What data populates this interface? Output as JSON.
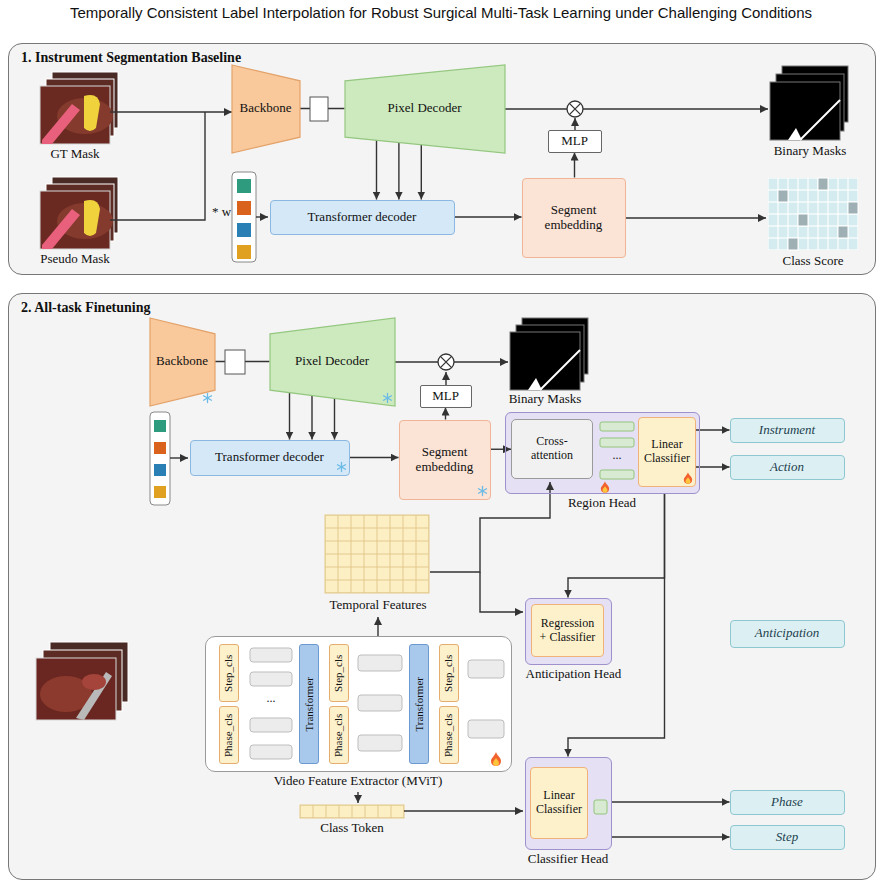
{
  "diagram": {
    "title": "Temporally Consistent Label Interpolation for Robust Surgical Multi-Task Learning under Challenging Conditions",
    "nodes": [
      {
        "text": [
          "1. Instrument Segmentation Baseline"
        ]
      },
      {
        "text": [
          "Backbone"
        ],
        "in": 0
      },
      {
        "text": [
          "Pixel Decoder"
        ],
        "in": 0
      },
      {
        "text": [
          "Transformer decoder"
        ],
        "in": 0
      },
      {
        "text": [
          "Segment embedding"
        ],
        "in": 0
      },
      {
        "text": [
          "MLP"
        ],
        "in": 0
      },
      {
        "text": [
          "2. All-task Finetuning"
        ]
      },
      {
        "text": [
          "Backbone"
        ],
        "in": 6
      },
      {
        "text": [
          "Pixel Decoder"
        ],
        "in": 6
      },
      {
        "text": [
          "MLP"
        ],
        "in": 6
      },
      {
        "text": [
          "Transformer decoder"
        ],
        "in": 6
      },
      {
        "text": [
          "Segment embedding"
        ],
        "in": 6
      },
      {
        "text": [
          "Region Head"
        ],
        "in": 6
      },
      {
        "text": [
          "Cross-attention"
        ],
        "in": 12
      },
      {
        "text": [
          "Linear Classifier"
        ],
        "in": 12
      },
      {
        "text": [
          "Instrument"
        ],
        "in": 6
      },
      {
        "text": [
          "Action"
        ],
        "in": 6
      },
      {
        "text": [
          "Anticipation"
        ],
        "in": 6
      },
      {
        "text": [
          "Anticipation Head"
        ],
        "in": 6
      },
      {
        "text": [
          "Regression + Classifier"
        ],
        "in": 18
      },
      {
        "text": [
          "Video Feature Extractor (MViT)"
        ],
        "in": 6
      },
      {
        "text": [
          "Step_cls"
        ],
        "in": 20
      },
      {
        "text": [
          "Phase_cls"
        ],
        "in": 20
      },
      {
        "text": [
          "Transformer"
        ],
        "in": 20
      },
      {
        "text": [
          "Step_cls"
        ],
        "in": 20
      },
      {
        "text": [
          "Phase_cls"
        ],
        "in": 20
      },
      {
        "text": [
          "Transformer"
        ],
        "in": 20
      },
      {
        "text": [
          "Step_cls"
        ],
        "in": 20
      },
      {
        "text": [
          "Phase_cls"
        ],
        "in": 20
      },
      {
        "text": [
          "Classifier Head"
        ],
        "in": 6
      },
      {
        "text": [
          "Linear Classifier"
        ],
        "in": 29
      },
      {
        "text": [
          "Phase"
        ],
        "in": 6
      },
      {
        "text": [
          "Step"
        ],
        "in": 6
      }
    ],
    "edges": [
      {
        "from": 1,
        "to": 2,
        "arrow": "none"
      },
      {
        "from": 2,
        "to": 3,
        "arrow": "to"
      },
      {
        "from": 2,
        "to": 3,
        "arrow": "to"
      },
      {
        "from": 2,
        "to": 3,
        "arrow": "to"
      },
      {
        "from": 3,
        "to": 4,
        "arrow": "to"
      },
      {
        "from": 4,
        "to": 5,
        "arrow": "to"
      },
      {
        "from": 7,
        "to": 8,
        "arrow": "none"
      },
      {
        "from": 8,
        "to": 10,
        "arrow": "to"
      },
      {
        "from": 8,
        "to": 10,
        "arrow": "to"
      },
      {
        "from": 8,
        "to": 10,
        "arrow": "to"
      },
      {
        "from": 10,
        "to": 11,
        "arrow": "to"
      },
      {
        "from": 11,
        "to": 9,
        "arrow": "to"
      },
      {
        "from": 11,
        "to": 13,
        "arrow": "to"
      },
      {
        "from": 14,
        "to": 15,
        "arrow": "to"
      },
      {
        "from": 14,
        "to": 16,
        "arrow": "to"
      },
      {
        "from": 12,
        "to": 18,
        "arrow": "to"
      },
      {
        "from": 12,
        "to": 29,
        "arrow": "to"
      },
      {
        "from": 29,
        "to": 31,
        "arrow": "to"
      },
      {
        "from": 29,
        "to": 32,
        "arrow": "to"
      }
    ],
    "labels": [
      "GT Mask",
      "Pseudo Mask",
      "* w",
      "Binary Masks",
      "Class Score",
      "Binary Masks",
      "...",
      "Temporal Features",
      "...",
      "Class Token"
    ]
  }
}
